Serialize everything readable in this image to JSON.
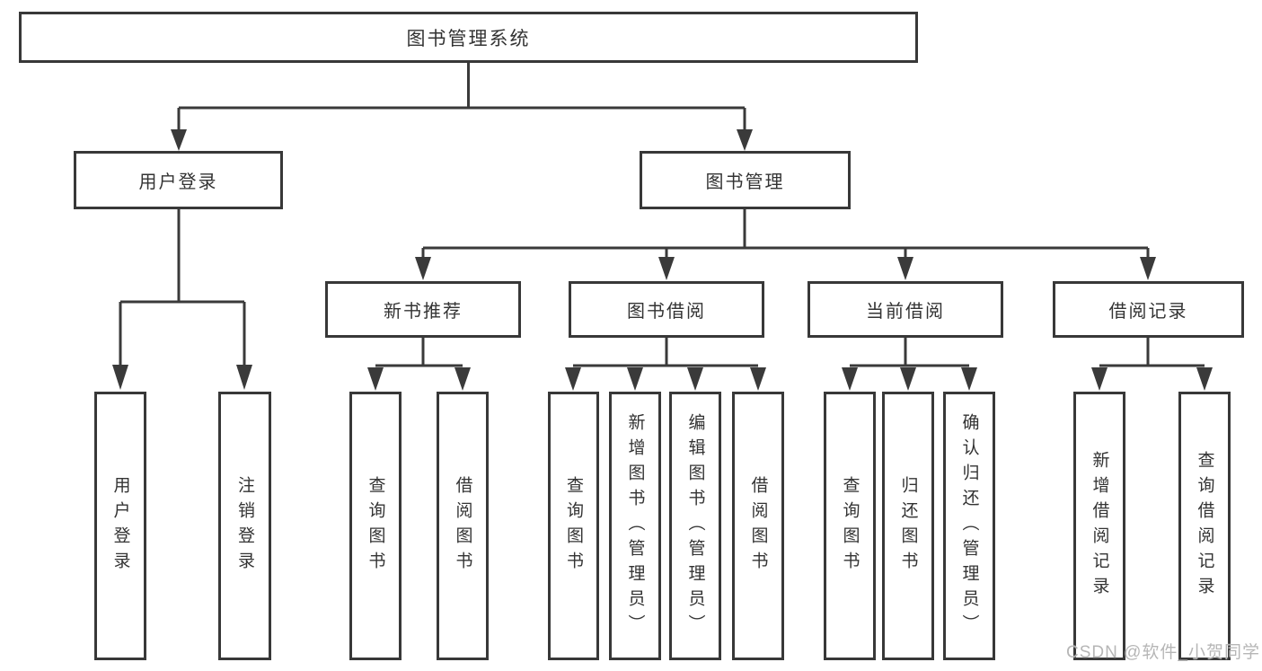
{
  "diagram_title": "图书管理系统",
  "nodes": {
    "root": "图书管理系统",
    "user_login": "用户登录",
    "book_mgmt": "图书管理",
    "new_book_rec": "新书推荐",
    "book_borrow": "图书借阅",
    "current_borrow": "当前借阅",
    "borrow_records": "借阅记录",
    "leaf_user_login": "用户登录",
    "leaf_logout": "注销登录",
    "leaf_rec_query": "查询图书",
    "leaf_rec_borrow": "借阅图书",
    "leaf_bb_query": "查询图书",
    "leaf_bb_add": "新增图书（管理员）",
    "leaf_bb_edit": "编辑图书（管理员）",
    "leaf_bb_borrow": "借阅图书",
    "leaf_cb_query": "查询图书",
    "leaf_cb_return": "归还图书",
    "leaf_cb_confirm": "确认归还（管理员）",
    "leaf_br_add": "新增借阅记录",
    "leaf_br_query": "查询借阅记录"
  },
  "watermark": "CSDN @软件_小贺同学",
  "colors": {
    "line": "#3a3a3a",
    "border": "#383838",
    "text": "#333333",
    "watermark": "#b3b3b3",
    "background": "#ffffff"
  }
}
